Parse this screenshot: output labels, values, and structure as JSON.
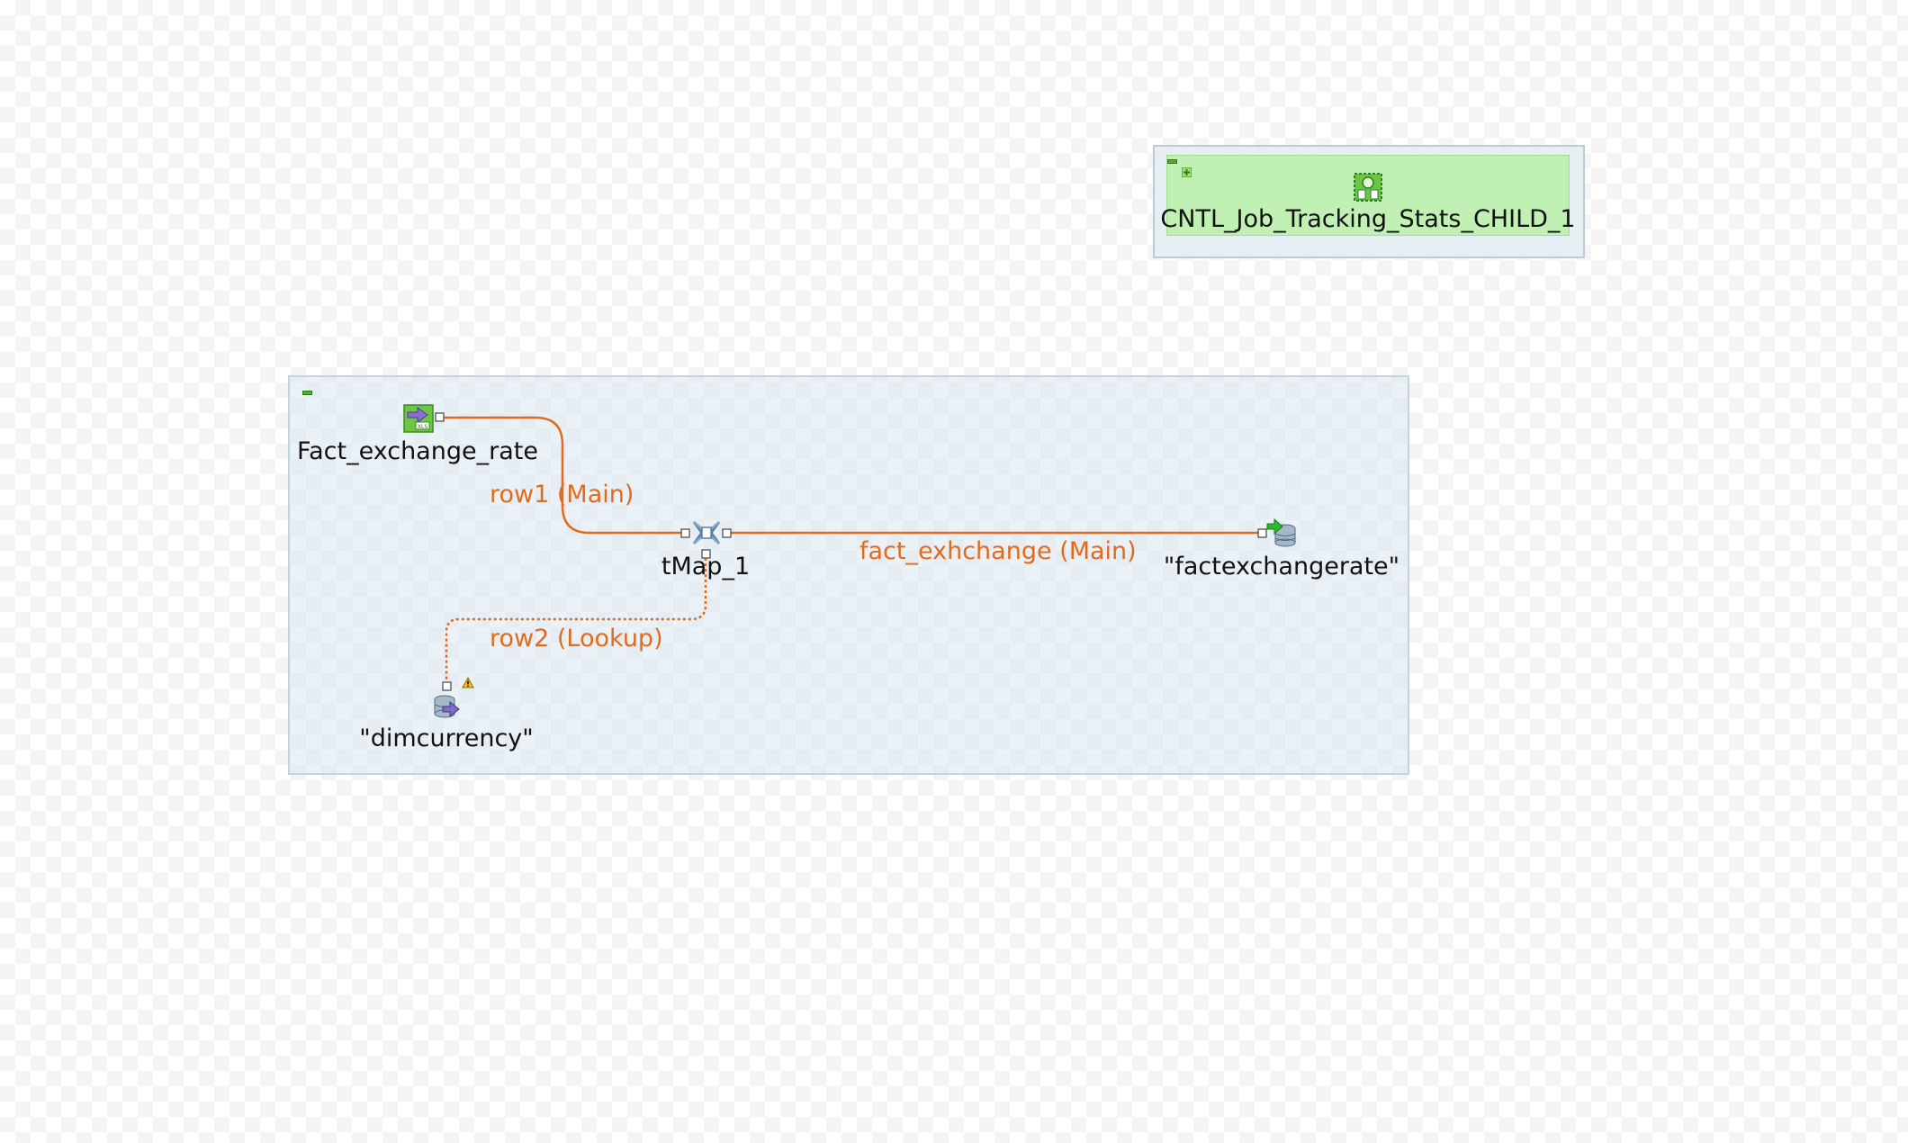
{
  "job_tracking": {
    "component_label": "CNTL_Job_Tracking_Stats_CHILD_1",
    "icon": "tracking-stats-icon"
  },
  "subjob": {
    "components": {
      "source": {
        "label": "Fact_exchange_rate",
        "icon": "file-input-icon"
      },
      "map": {
        "label": "tMap_1",
        "icon": "tmap-icon"
      },
      "lookup": {
        "label": "\"dimcurrency\"",
        "icon": "database-input-icon",
        "warning_icon": "warning-icon"
      },
      "target": {
        "label": "\"factexchangerate\"",
        "icon": "database-output-icon"
      }
    },
    "connections": {
      "row1": "row1 (Main)",
      "row2": "row2 (Lookup)",
      "fact": "fact_exhchange (Main)"
    }
  },
  "colors": {
    "connection": "#e26a1d",
    "subjob_background": "#dae8f0",
    "job_tracking_background": "#c0f0b4"
  }
}
